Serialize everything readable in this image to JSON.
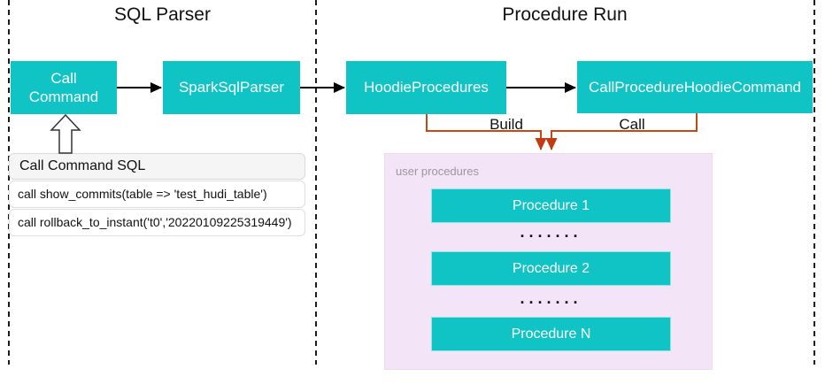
{
  "diagram": {
    "sections": {
      "left_title": "SQL Parser",
      "right_title": "Procedure Run"
    },
    "nodes": {
      "call_command": "Call Command",
      "spark_sql_parser": "SparkSqlParser",
      "hoodie_procedures": "HoodieProcedures",
      "call_procedure_hoodie_command": "CallProcedureHoodieCommand"
    },
    "edge_labels": {
      "build": "Build",
      "call": "Call"
    },
    "sql_panel": {
      "title": "Call Command SQL",
      "rows": [
        "call show_commits(table => 'test_hudi_table')",
        "call rollback_to_instant('t0','20220109225319449')"
      ]
    },
    "user_procedures": {
      "label": "user procedures",
      "items": [
        "Procedure 1",
        "Procedure 2",
        "Procedure N"
      ],
      "ellipsis": "·······"
    },
    "colors": {
      "node_teal": "#10c3c5",
      "connector_orange": "#c44a14",
      "panel_purple": "#f3e5f7",
      "arrow_black": "#000000"
    }
  }
}
